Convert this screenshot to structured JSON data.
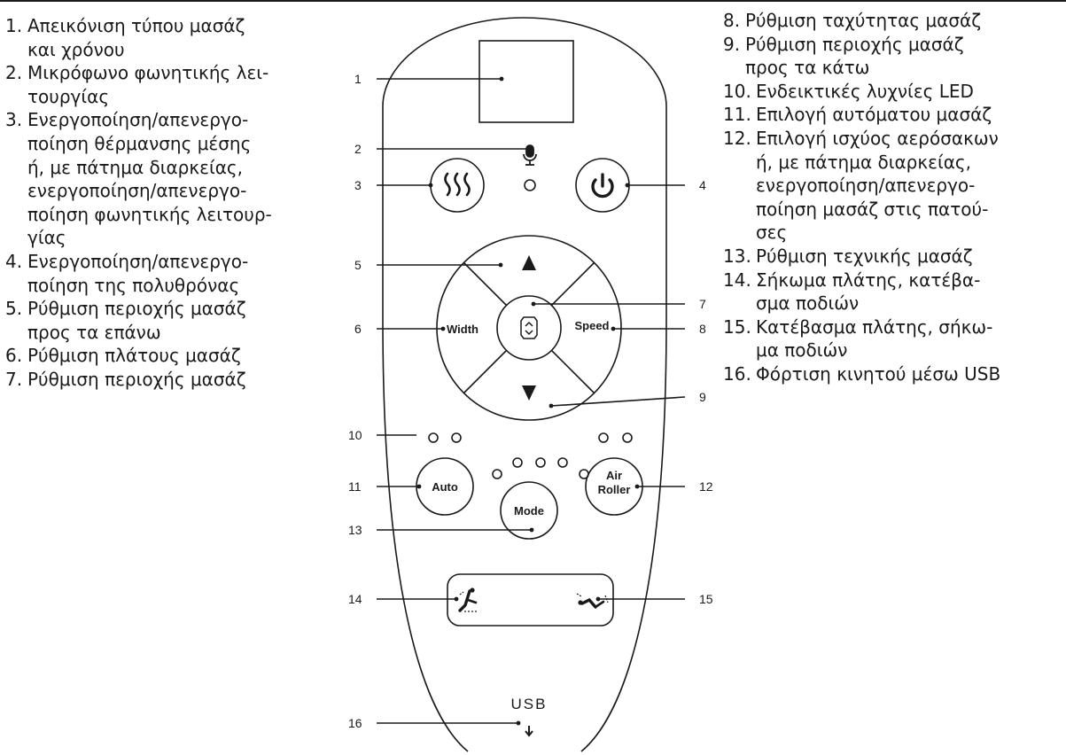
{
  "legend_left": [
    {
      "num": "1.",
      "text": "Απεικόνιση τύπου μασάζ\nκαι χρόνου"
    },
    {
      "num": "2.",
      "text": "Μικρόφωνο φωνητικής λει-\nτουργίας"
    },
    {
      "num": "3.",
      "text": "Ενεργοποίηση/απενεργο-\nποίηση θέρμανσης μέσης\nή, με πάτημα διαρκείας,\nενεργοποίηση/απενεργο-\nποίηση φωνητικής λειτουρ-\nγίας"
    },
    {
      "num": "4.",
      "text": "Ενεργοποίηση/απενεργο-\nποίηση της πολυθρόνας"
    },
    {
      "num": "5.",
      "text": "Ρύθμιση περιοχής μασάζ\nπρος τα επάνω"
    },
    {
      "num": "6.",
      "text": "Ρύθμιση πλάτους μασάζ"
    },
    {
      "num": "7.",
      "text": "Ρύθμιση περιοχής μασάζ"
    }
  ],
  "legend_right": [
    {
      "num": "8.",
      "text": "Ρύθμιση ταχύτητας μασάζ"
    },
    {
      "num": "9.",
      "text": "Ρύθμιση περιοχής μασάζ\nπρος τα κάτω"
    },
    {
      "num": "10.",
      "text": "Ενδεικτικές λυχνίες LED"
    },
    {
      "num": "11.",
      "text": "Επιλογή αυτόματου μασάζ"
    },
    {
      "num": "12.",
      "text": "Επιλογή ισχύος αερόσακων\nή, με πάτημα διαρκείας,\nενεργοποίηση/απενεργο-\nποίηση μασάζ στις πατού-\nσες"
    },
    {
      "num": "13.",
      "text": "Ρύθμιση τεχνικής μασάζ"
    },
    {
      "num": "14.",
      "text": "Σήκωμα πλάτης, κατέβα-\nσμα ποδιών"
    },
    {
      "num": "15.",
      "text": "Κατέβασμα πλάτης, σήκω-\nμα ποδιών"
    },
    {
      "num": "16.",
      "text": "Φόρτιση κινητού μέσω USB"
    }
  ],
  "callouts": [
    "1",
    "2",
    "3",
    "4",
    "5",
    "6",
    "7",
    "8",
    "9",
    "10",
    "11",
    "12",
    "13",
    "14",
    "15",
    "16"
  ],
  "remote": {
    "width_label": "Width",
    "speed_label": "Speed",
    "auto_label": "Auto",
    "mode_label": "Mode",
    "air_label_1": "Air",
    "air_label_2": "Roller",
    "usb_label": "USB"
  }
}
